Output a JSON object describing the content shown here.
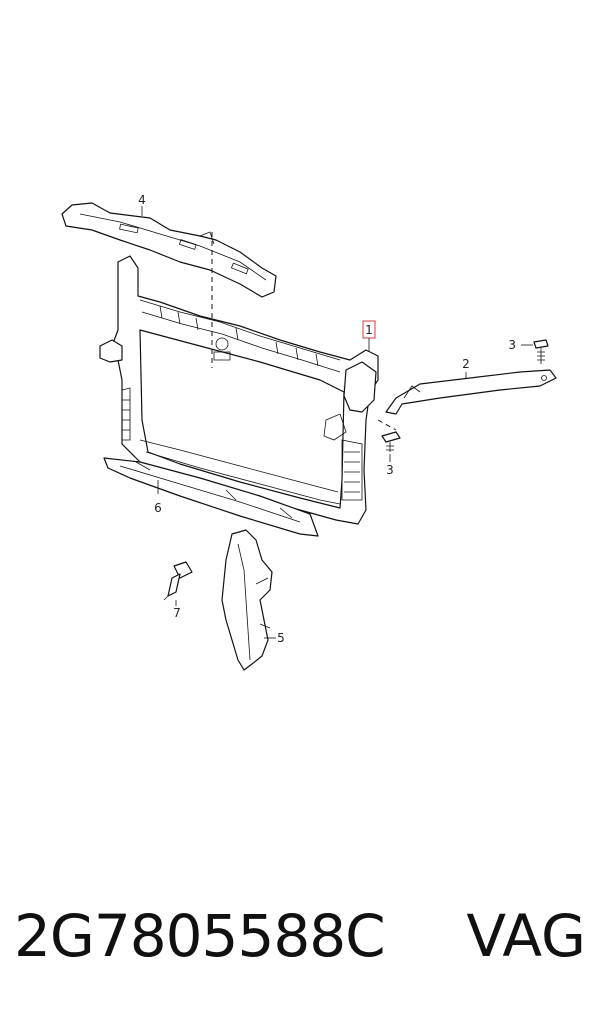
{
  "part_number": "2G7805588C",
  "brand": "VAG",
  "callouts": [
    {
      "id": "1",
      "text": "1",
      "highlighted": true
    },
    {
      "id": "2",
      "text": "2"
    },
    {
      "id": "3a",
      "text": "3"
    },
    {
      "id": "3b",
      "text": "3"
    },
    {
      "id": "4",
      "text": "4"
    },
    {
      "id": "5",
      "text": "5"
    },
    {
      "id": "6",
      "text": "6"
    },
    {
      "id": "7",
      "text": "7"
    }
  ],
  "colors": {
    "line": "#111111",
    "highlight": "#d43a3a",
    "background": "#ffffff"
  }
}
